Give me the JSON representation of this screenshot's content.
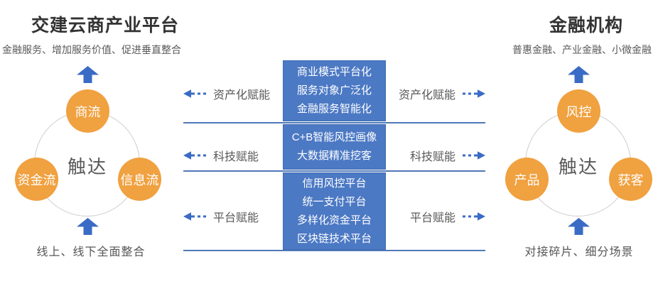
{
  "colors": {
    "accent_blue": "#3A6BC5",
    "box_blue": "#4C79C4",
    "line_blue": "#4F78B8",
    "node_orange": "#F0A140",
    "title_dark": "#333333",
    "text_gray": "#595959"
  },
  "left_panel": {
    "title": "交建云商产业平台",
    "subtitle": "金融服务、增加服务价值、促进垂直整合",
    "hub_label": "触达",
    "node_top": "商流",
    "node_left": "资金流",
    "node_right": "信息流",
    "caption": "线上、线下全面整合"
  },
  "right_panel": {
    "title": "金融机构",
    "subtitle": "普惠金融、产业金融、小微金融",
    "hub_label": "触达",
    "node_top": "风控",
    "node_left": "产品",
    "node_right": "获客",
    "caption": "对接碎片、细分场景"
  },
  "center": {
    "rows": [
      {
        "left_label": "资产化赋能",
        "right_label": "资产化赋能",
        "box_lines": [
          "商业模式平台化",
          "服务对象广泛化",
          "金融服务智能化"
        ]
      },
      {
        "left_label": "科技赋能",
        "right_label": "科技赋能",
        "box_lines": [
          "C+B智能风控画像",
          "大数据精准挖客"
        ]
      },
      {
        "left_label": "平台赋能",
        "right_label": "平台赋能",
        "box_lines": [
          "信用风控平台",
          "统一支付平台",
          "多样化资金平台",
          "区块链技术平台"
        ]
      }
    ]
  }
}
